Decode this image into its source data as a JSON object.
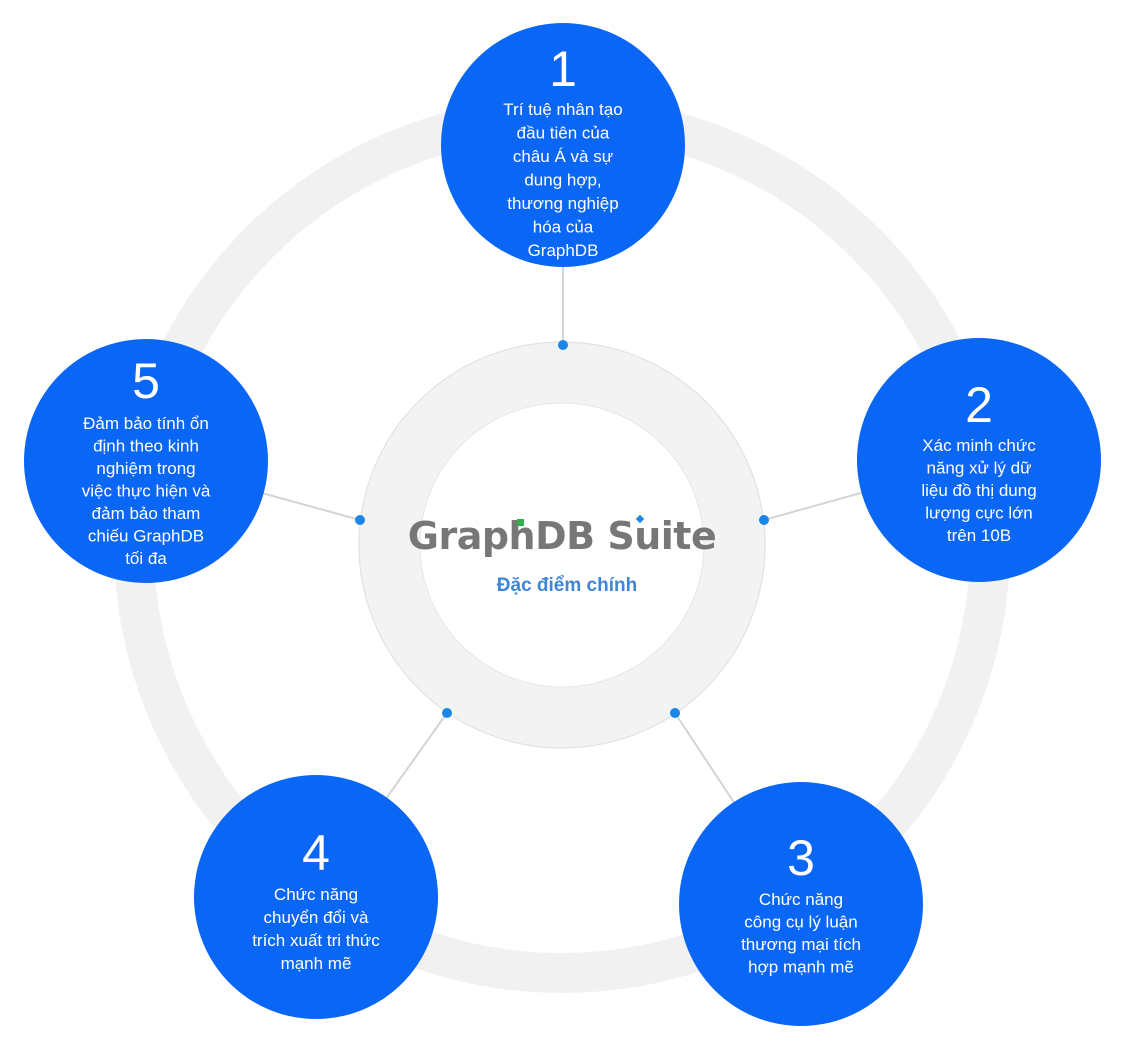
{
  "center": {
    "logo_text": "GraphDB Suite",
    "subtitle": "Đặc điểm chính"
  },
  "colors": {
    "node_fill": "#0a66f5",
    "connector_dot": "#1a86e8",
    "subtitle": "#3f86d6",
    "logo_text": "#777777",
    "logo_accent_green": "#2db34a",
    "logo_accent_blue": "#1e88e5"
  },
  "features": [
    {
      "number": "1",
      "lines": [
        "Trí tuệ nhân tạo",
        "đầu tiên của",
        "châu Á và sự",
        "dung hợp,",
        "thương nghiệp",
        "hóa của",
        "GraphDB"
      ]
    },
    {
      "number": "2",
      "lines": [
        "Xác minh chức",
        "năng xử lý dữ",
        "liệu đồ thị dung",
        "lượng cực lớn",
        "trên 10B"
      ]
    },
    {
      "number": "3",
      "lines": [
        "Chức năng",
        "công cụ lý luận",
        "thương mại tích",
        "hợp mạnh mẽ"
      ]
    },
    {
      "number": "4",
      "lines": [
        "Chức năng",
        "chuyển đổi và",
        "trích xuất tri thức",
        "mạnh mẽ"
      ]
    },
    {
      "number": "5",
      "lines": [
        "Đảm bảo tính ổn",
        "định  theo kinh",
        "nghiệm trong",
        "việc thực hiện và",
        "đảm bảo tham",
        "chiếu GraphDB",
        "tối đa"
      ]
    }
  ]
}
